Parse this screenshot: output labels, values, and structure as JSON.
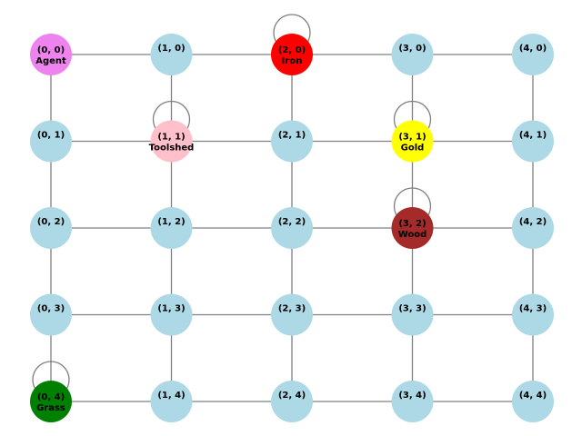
{
  "graph": {
    "default_color": "#add8e6",
    "edge_color": "#808080",
    "columns": 5,
    "rows": 5,
    "nodes": [
      {
        "id": "0-0",
        "col": 0,
        "row": 0,
        "coord": "(0, 0)",
        "label": "Agent",
        "color": "#ee82ee",
        "self_loop": false
      },
      {
        "id": "1-0",
        "col": 1,
        "row": 0,
        "coord": "(1, 0)",
        "label": "",
        "color": "#add8e6",
        "self_loop": false
      },
      {
        "id": "2-0",
        "col": 2,
        "row": 0,
        "coord": "(2, 0)",
        "label": "Iron",
        "color": "#ff0000",
        "self_loop": true
      },
      {
        "id": "3-0",
        "col": 3,
        "row": 0,
        "coord": "(3, 0)",
        "label": "",
        "color": "#add8e6",
        "self_loop": false
      },
      {
        "id": "4-0",
        "col": 4,
        "row": 0,
        "coord": "(4, 0)",
        "label": "",
        "color": "#add8e6",
        "self_loop": false
      },
      {
        "id": "0-1",
        "col": 0,
        "row": 1,
        "coord": "(0, 1)",
        "label": "",
        "color": "#add8e6",
        "self_loop": false
      },
      {
        "id": "1-1",
        "col": 1,
        "row": 1,
        "coord": "(1, 1)",
        "label": "Toolshed",
        "color": "#ffc0cb",
        "self_loop": true
      },
      {
        "id": "2-1",
        "col": 2,
        "row": 1,
        "coord": "(2, 1)",
        "label": "",
        "color": "#add8e6",
        "self_loop": false
      },
      {
        "id": "3-1",
        "col": 3,
        "row": 1,
        "coord": "(3, 1)",
        "label": "Gold",
        "color": "#ffff00",
        "self_loop": true
      },
      {
        "id": "4-1",
        "col": 4,
        "row": 1,
        "coord": "(4, 1)",
        "label": "",
        "color": "#add8e6",
        "self_loop": false
      },
      {
        "id": "0-2",
        "col": 0,
        "row": 2,
        "coord": "(0, 2)",
        "label": "",
        "color": "#add8e6",
        "self_loop": false
      },
      {
        "id": "1-2",
        "col": 1,
        "row": 2,
        "coord": "(1, 2)",
        "label": "",
        "color": "#add8e6",
        "self_loop": false
      },
      {
        "id": "2-2",
        "col": 2,
        "row": 2,
        "coord": "(2, 2)",
        "label": "",
        "color": "#add8e6",
        "self_loop": false
      },
      {
        "id": "3-2",
        "col": 3,
        "row": 2,
        "coord": "(3, 2)",
        "label": "Wood",
        "color": "#a52a2a",
        "self_loop": true
      },
      {
        "id": "4-2",
        "col": 4,
        "row": 2,
        "coord": "(4, 2)",
        "label": "",
        "color": "#add8e6",
        "self_loop": false
      },
      {
        "id": "0-3",
        "col": 0,
        "row": 3,
        "coord": "(0, 3)",
        "label": "",
        "color": "#add8e6",
        "self_loop": false
      },
      {
        "id": "1-3",
        "col": 1,
        "row": 3,
        "coord": "(1, 3)",
        "label": "",
        "color": "#add8e6",
        "self_loop": false
      },
      {
        "id": "2-3",
        "col": 2,
        "row": 3,
        "coord": "(2, 3)",
        "label": "",
        "color": "#add8e6",
        "self_loop": false
      },
      {
        "id": "3-3",
        "col": 3,
        "row": 3,
        "coord": "(3, 3)",
        "label": "",
        "color": "#add8e6",
        "self_loop": false
      },
      {
        "id": "4-3",
        "col": 4,
        "row": 3,
        "coord": "(4, 3)",
        "label": "",
        "color": "#add8e6",
        "self_loop": false
      },
      {
        "id": "0-4",
        "col": 0,
        "row": 4,
        "coord": "(0, 4)",
        "label": "Grass",
        "color": "#008000",
        "self_loop": true
      },
      {
        "id": "1-4",
        "col": 1,
        "row": 4,
        "coord": "(1, 4)",
        "label": "",
        "color": "#add8e6",
        "self_loop": false
      },
      {
        "id": "2-4",
        "col": 2,
        "row": 4,
        "coord": "(2, 4)",
        "label": "",
        "color": "#add8e6",
        "self_loop": false
      },
      {
        "id": "3-4",
        "col": 3,
        "row": 4,
        "coord": "(3, 4)",
        "label": "",
        "color": "#add8e6",
        "self_loop": false
      },
      {
        "id": "4-4",
        "col": 4,
        "row": 4,
        "coord": "(4, 4)",
        "label": "",
        "color": "#add8e6",
        "self_loop": false
      }
    ]
  }
}
